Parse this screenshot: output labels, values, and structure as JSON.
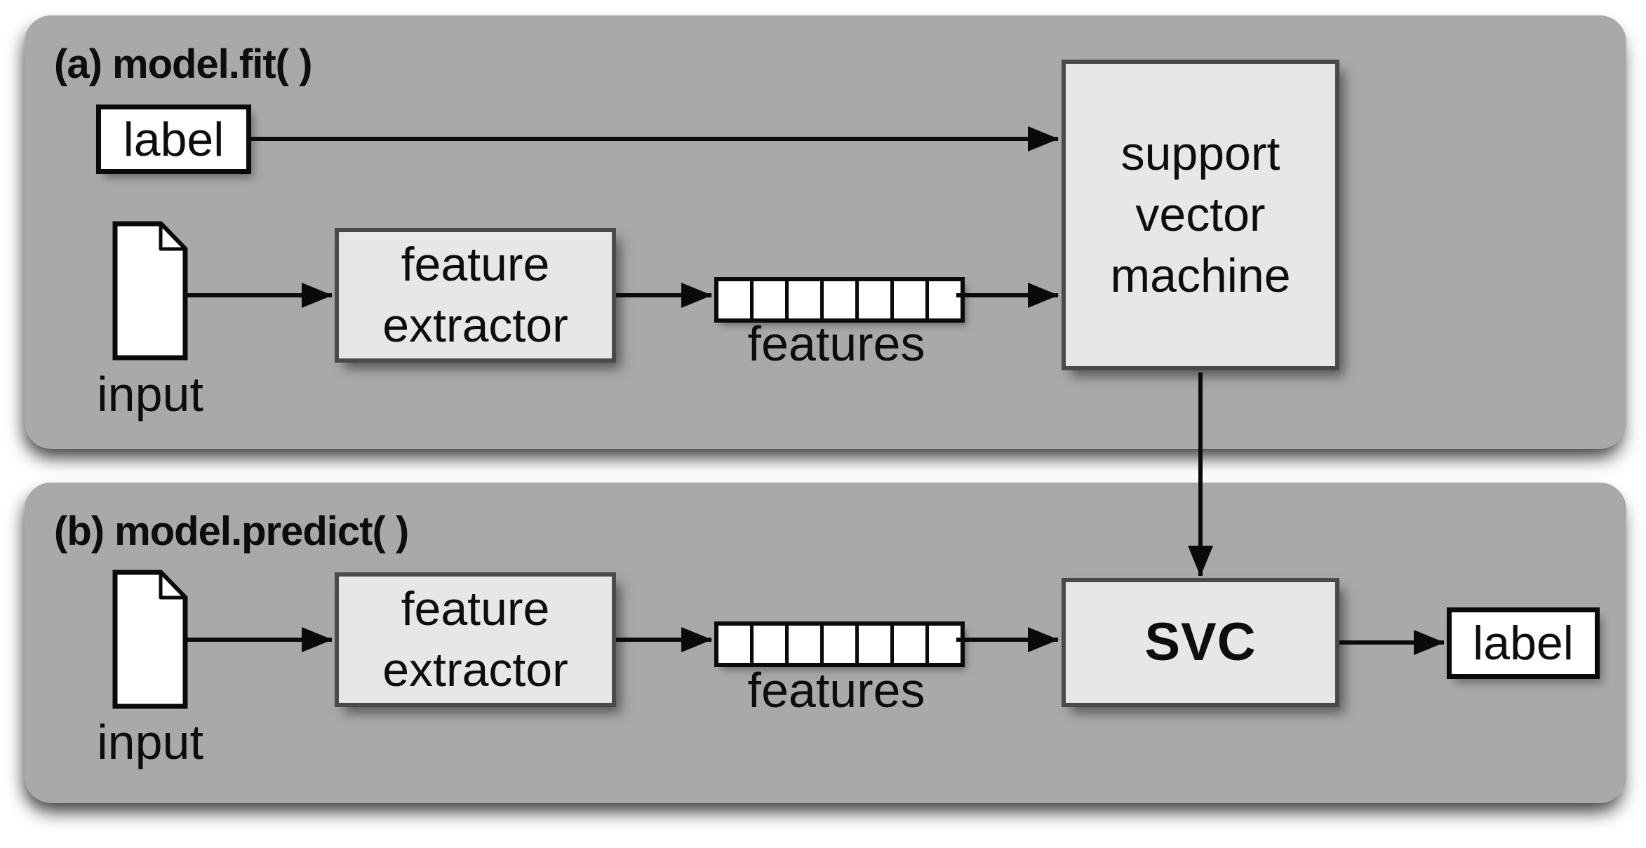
{
  "figure": {
    "background": "#ffffff",
    "panel_fill": "#a9a9a9",
    "box_fill": "#e7e7e7",
    "box_border": "#4a4a4a",
    "line_color": "#0a0a0a"
  },
  "panels": {
    "fit": {
      "title": "(a) model.fit( )",
      "label_box": "label",
      "input_caption": "input",
      "extractor_line1": "feature",
      "extractor_line2": "extractor",
      "features_caption": "features",
      "features_cell_count": 7,
      "model_line1": "support",
      "model_line2": "vector",
      "model_line3": "machine"
    },
    "predict": {
      "title": "(b) model.predict( )",
      "input_caption": "input",
      "extractor_line1": "feature",
      "extractor_line2": "extractor",
      "features_caption": "features",
      "features_cell_count": 7,
      "model_label": "SVC",
      "output_label_box": "label"
    }
  }
}
